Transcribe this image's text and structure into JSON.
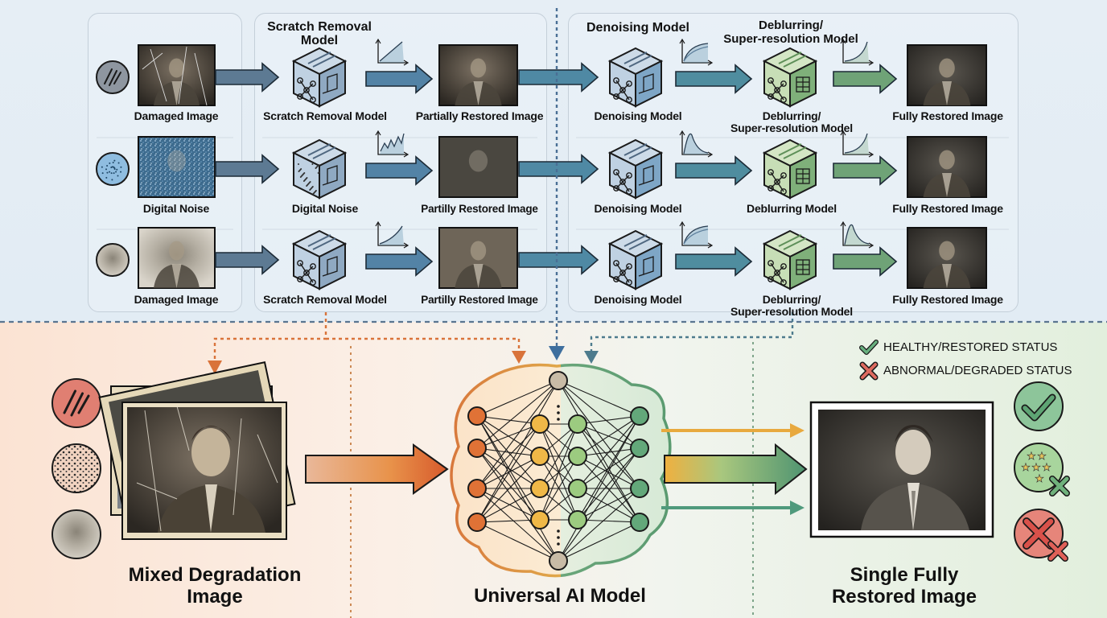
{
  "pipeline": {
    "header_scratch": "Scratch Removal\nModel",
    "header_denoise": "Denoising Model",
    "header_deblur": "Deblurring/\nSuper-resolution Model",
    "rows": [
      {
        "input_label": "Damaged Image",
        "stage1_label": "Scratch Removal Model",
        "partial_label": "Partially Restored Image",
        "stage2_label": "Denoising Model",
        "stage3_label": "Deblurring/\nSuper-resolution Model",
        "output_label": "Fully Restored Image"
      },
      {
        "input_label": "Digital Noise",
        "stage1_label": "Digital Noise",
        "partial_label": "Partilly Restored Image",
        "stage2_label": "Denoising Model",
        "stage3_label": "Deblurring Model",
        "output_label": "Fully Restored Image"
      },
      {
        "input_label": "Damaged Image",
        "stage1_label": "Scratch Removal Model",
        "partial_label": "Partilly Restored Image",
        "stage2_label": "Denoising Model",
        "stage3_label": "Deblurring/\nSuper-resolution Model",
        "output_label": "Fully Restored Image"
      }
    ]
  },
  "universal": {
    "input_label": "Mixed Degradation\nImage",
    "model_label": "Universal AI Model",
    "output_label": "Single Fully\nRestored Image"
  },
  "legend": {
    "healthy": "HEALTHY/RESTORED STATUS",
    "abnormal": "ABNORMAL/DEGRADED STATUS"
  },
  "colors": {
    "scratch_arrow": "#5d7a93",
    "denoise_arrow": "#4f89a4",
    "deblur_arrow": "#6fa377",
    "orange": "#e07236",
    "yellow": "#f0b847",
    "green": "#63a87a",
    "healthy": "#68b07f",
    "abnormal": "#de6a5f"
  }
}
